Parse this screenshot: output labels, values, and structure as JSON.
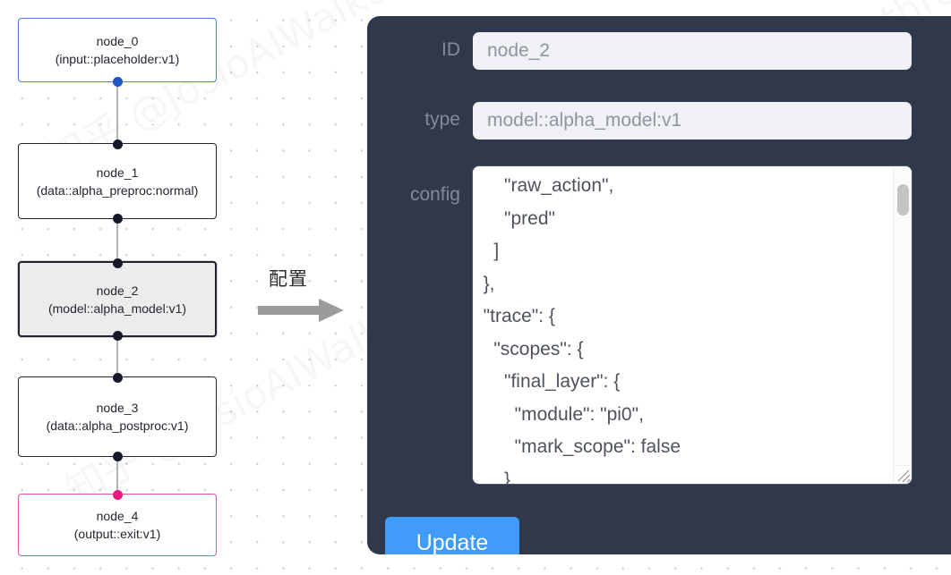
{
  "canvas": {
    "background": "#ffffff",
    "dot_color": "#cfd2d6",
    "watermark_text": "知乎 @JosioAIWalkthrough"
  },
  "graph": {
    "nodes": [
      {
        "id": "node_0",
        "title": "node_0",
        "subtitle": "(input::placeholder:v1)",
        "kind": "input",
        "selected": false,
        "accent": "#4a7fd4",
        "handle_top": false,
        "handle_bottom": true,
        "handle_color": "#1e56c8"
      },
      {
        "id": "node_1",
        "title": "node_1",
        "subtitle": "(data::alpha_preproc:normal)",
        "kind": "default",
        "selected": false,
        "accent": "#1f2430",
        "handle_top": true,
        "handle_bottom": true,
        "handle_color": "#16192a"
      },
      {
        "id": "node_2",
        "title": "node_2",
        "subtitle": "(model::alpha_model:v1)",
        "kind": "model",
        "selected": true,
        "accent": "#1f2430",
        "handle_top": true,
        "handle_bottom": true,
        "handle_color": "#16192a"
      },
      {
        "id": "node_3",
        "title": "node_3",
        "subtitle": "(data::alpha_postproc:v1)",
        "kind": "default",
        "selected": false,
        "accent": "#1f2430",
        "handle_top": true,
        "handle_bottom": true,
        "handle_color": "#16192a"
      },
      {
        "id": "node_4",
        "title": "node_4",
        "subtitle": "(output::exit:v1)",
        "kind": "output",
        "selected": false,
        "accent": "#e2539b",
        "handle_top": true,
        "handle_bottom": false,
        "handle_color": "#e8197f"
      }
    ],
    "edge_color": "#b2b4b8"
  },
  "transition": {
    "label": "配置",
    "arrow_color": "#9b9b9b"
  },
  "inspector": {
    "background": "#2f394b",
    "fields": {
      "id": {
        "label": "ID",
        "value": "node_2",
        "placeholder": "node_2"
      },
      "type": {
        "label": "type",
        "value": "model::alpha_model:v1",
        "placeholder": "model::alpha_model:v1"
      },
      "config": {
        "label": "config",
        "value": "      \"raw_action\",\n      \"pred\"\n    ]\n  },\n  \"trace\": {\n    \"scopes\": {\n      \"final_layer\": {\n        \"module\": \"pi0\",\n        \"mark_scope\": false\n      },\n      \"action_model\": {"
      }
    },
    "update_button": {
      "label": "Update",
      "color": "#419bf9"
    },
    "scrollbar": {
      "thumb_color": "#c3c4c6",
      "track_color": "#fbfbfc"
    }
  }
}
